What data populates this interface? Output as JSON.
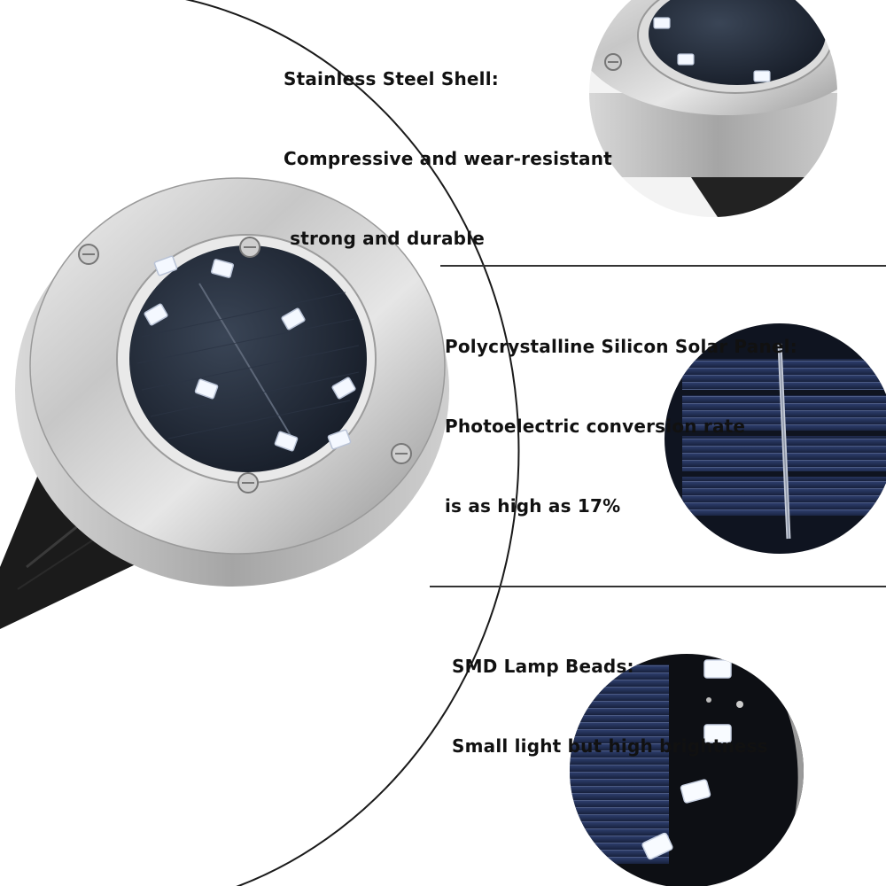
{
  "features": [
    {
      "id": "shell",
      "lines": [
        "Stainless Steel Shell:",
        "Compressive and wear-resistant",
        " strong and durable"
      ]
    },
    {
      "id": "panel",
      "lines": [
        "Polycrystalline Silicon Solar Panel:",
        "Photoelectric conversion rate",
        "is as high as 17%"
      ]
    },
    {
      "id": "beads",
      "lines": [
        "SMD Lamp Beads:",
        "Small light but high brightness"
      ]
    }
  ],
  "colors": {
    "background": "#ffffff",
    "steel": "#b8b8b8",
    "panel": "#1c2535",
    "led": "#f4f8ff",
    "stake": "#1a1a1a",
    "text": "#111111"
  }
}
